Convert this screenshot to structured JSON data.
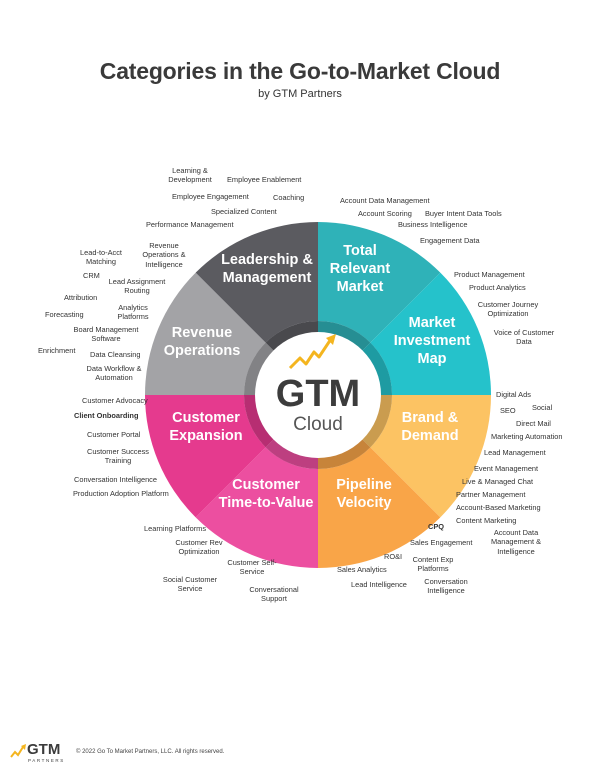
{
  "header": {
    "title": "Categories in the Go-to-Market Cloud",
    "subtitle": "by GTM Partners"
  },
  "center": {
    "logo_text": "GTM",
    "sub_text": "Cloud"
  },
  "segments": [
    {
      "id": "total-relevant-market",
      "lines": [
        "Total",
        "Relevant",
        "Market"
      ],
      "color": "#2fb2b8"
    },
    {
      "id": "market-investment-map",
      "lines": [
        "Market",
        "Investment",
        "Map"
      ],
      "color": "#25c2cb"
    },
    {
      "id": "brand-demand",
      "lines": [
        "Brand &",
        "Demand"
      ],
      "color": "#fcc363"
    },
    {
      "id": "pipeline-velocity",
      "lines": [
        "Pipeline",
        "Velocity"
      ],
      "color": "#f9a548"
    },
    {
      "id": "customer-time-to-value",
      "lines": [
        "Customer",
        "Time-to-Value"
      ],
      "color": "#ec4fa0"
    },
    {
      "id": "customer-expansion",
      "lines": [
        "Customer",
        "Expansion"
      ],
      "color": "#e53a8e"
    },
    {
      "id": "revenue-operations",
      "lines": [
        "Revenue",
        "Operations"
      ],
      "color": "#a3a3a6"
    },
    {
      "id": "leadership-management",
      "lines": [
        "Leadership &",
        "Management"
      ],
      "color": "#5b5b60"
    }
  ],
  "labels": {
    "leadership": [
      "Learning &\nDevelopment",
      "Employee Enablement",
      "Employee Engagement",
      "Coaching",
      "Specialized Content",
      "Performance Management"
    ],
    "trm": [
      "Account Data Management",
      "Account Scoring",
      "Buyer Intent Data Tools",
      "Business Intelligence",
      "Engagement Data"
    ],
    "mim": [
      "Product Management",
      "Product Analytics",
      "Customer Journey\nOptimization",
      "Voice of Customer\nData"
    ],
    "brand": [
      "Digital Ads",
      "SEO",
      "Social",
      "Direct Mail",
      "Marketing Automation",
      "Lead Management"
    ],
    "pipeline": [
      "Event Management",
      "Live & Managed Chat",
      "Partner Management",
      "Account-Based Marketing",
      "Content Marketing",
      "CPQ",
      "Account Data\nManagement &\nIntelligence",
      "Sales Engagement",
      "RO&I",
      "Content Exp\nPlatforms",
      "Sales Analytics",
      "Lead Intelligence",
      "Conversation\nIntelligence"
    ],
    "ttv": [
      "Learning Platforms",
      "Customer Rev\nOptimization",
      "Customer Self-\nService",
      "Social Customer\nService",
      "Conversational\nSupport"
    ],
    "expansion": [
      "Customer Advocacy",
      "Client Onboarding",
      "Customer Portal",
      "Customer Success\nTraining",
      "Conversation Intelligence",
      "Production Adoption Platform"
    ],
    "revops": [
      "Lead-to-Acct\nMatching",
      "Revenue\nOperations &\nIntelligence",
      "CRM",
      "Lead Assignment\nRouting",
      "Attribution",
      "Analytics\nPlatforms",
      "Forecasting",
      "Board Management\nSoftware",
      "Enrichment",
      "Data Cleansing",
      "Data Workflow &\nAutomation"
    ]
  },
  "footer": {
    "logo_text": "GTM",
    "logo_sub": "PARTNERS",
    "copyright": "© 2022 Go To Market Partners, LLC. All rights reserved."
  }
}
